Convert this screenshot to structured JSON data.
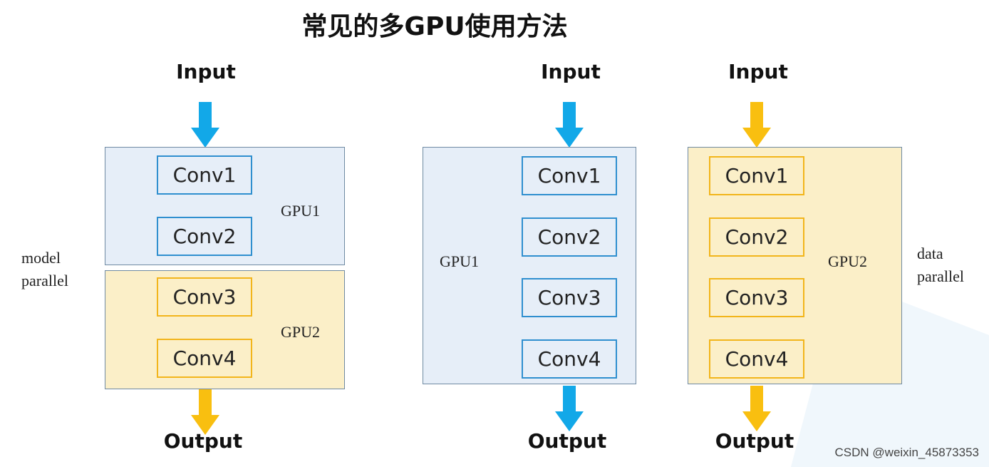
{
  "title": "常见的多GPU使用方法",
  "colors": {
    "blue_arrow": "#12a8e8",
    "yellow_arrow": "#f9bf10",
    "blue_fill": "#e6eef8",
    "yellow_fill": "#fbefc8",
    "blue_border": "#2f8fcf",
    "yellow_border": "#f2b51b"
  },
  "model_parallel": {
    "side_label_line1": "model",
    "side_label_line2": "parallel",
    "input_label": "Input",
    "output_label": "Output",
    "gpu1": {
      "label": "GPU1",
      "layers": [
        "Conv1",
        "Conv2"
      ]
    },
    "gpu2": {
      "label": "GPU2",
      "layers": [
        "Conv3",
        "Conv4"
      ]
    }
  },
  "single_gpu": {
    "input_label": "Input",
    "output_label": "Output",
    "gpu": {
      "label": "GPU1",
      "layers": [
        "Conv1",
        "Conv2",
        "Conv3",
        "Conv4"
      ]
    }
  },
  "data_parallel": {
    "side_label_line1": "data",
    "side_label_line2": "parallel",
    "input_label": "Input",
    "output_label": "Output",
    "gpu": {
      "label": "GPU2",
      "layers": [
        "Conv1",
        "Conv2",
        "Conv3",
        "Conv4"
      ]
    }
  },
  "watermark": "CSDN @weixin_45873353"
}
